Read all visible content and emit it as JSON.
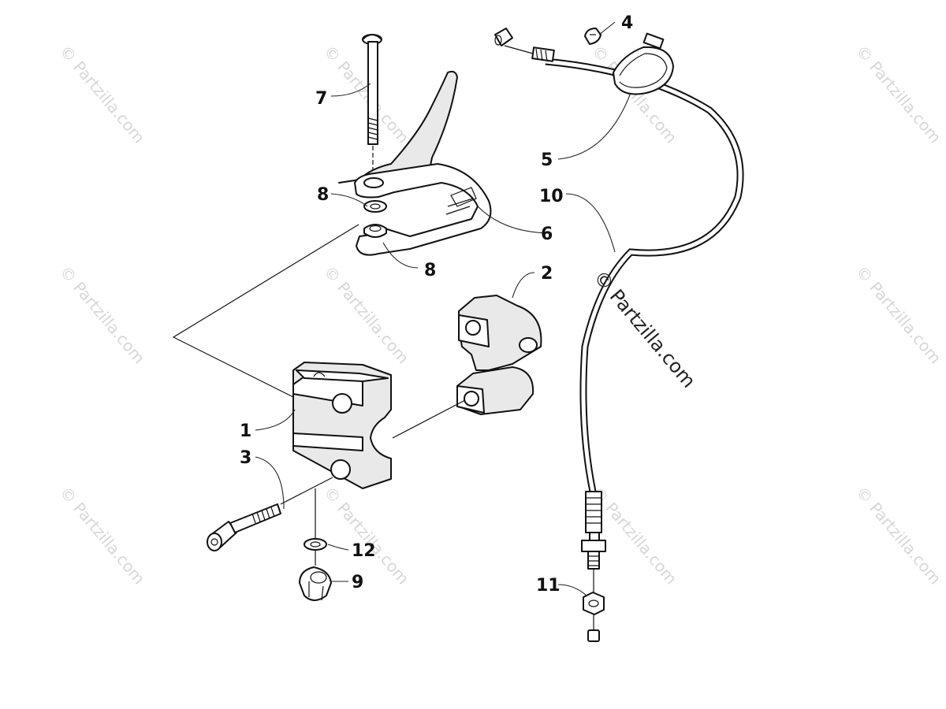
{
  "watermark": {
    "text": "© Partzilla.com",
    "main_text": "© Partzilla.com"
  },
  "callouts": {
    "c1": "1",
    "c2": "2",
    "c3": "3",
    "c4": "4",
    "c5": "5",
    "c6": "6",
    "c7": "7",
    "c8a": "8",
    "c8b": "8",
    "c9": "9",
    "c10": "10",
    "c11": "11",
    "c12": "12"
  }
}
